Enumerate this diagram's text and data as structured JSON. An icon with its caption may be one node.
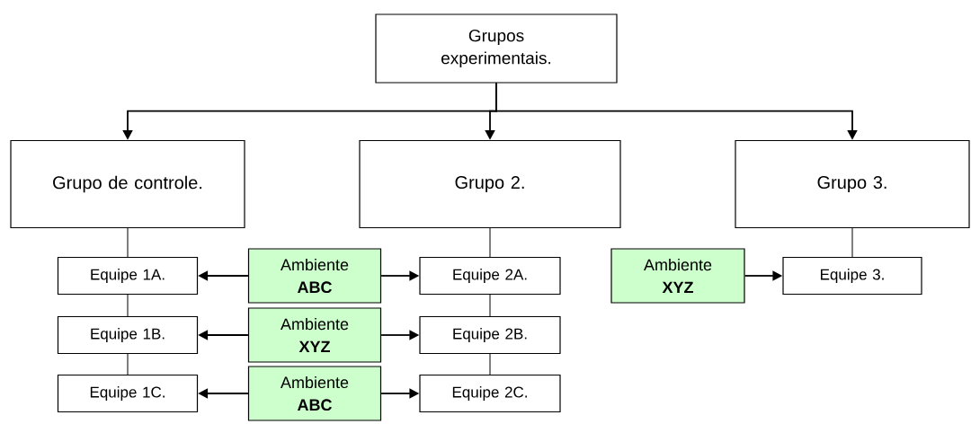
{
  "diagram": {
    "nodes": [
      {
        "text": [
          "Grupos experimentais."
        ]
      },
      {
        "text": [
          "Grupo de controle."
        ]
      },
      {
        "text": [
          "Grupo 2."
        ]
      },
      {
        "text": [
          "Grupo 3."
        ]
      },
      {
        "text": [
          "Equipe 1A."
        ]
      },
      {
        "text": [
          "Ambiente **ABC**"
        ]
      },
      {
        "text": [
          "Equipe 2A."
        ]
      },
      {
        "text": [
          "Ambiente **XYZ**"
        ]
      },
      {
        "text": [
          "Equipe 3."
        ]
      },
      {
        "text": [
          "Equipe 1B."
        ]
      },
      {
        "text": [
          "Ambiente **XYZ**"
        ]
      },
      {
        "text": [
          "Equipe 2B."
        ]
      },
      {
        "text": [
          "Equipe 1C."
        ]
      },
      {
        "text": [
          "Ambiente **ABC**"
        ]
      },
      {
        "text": [
          "Equipe 2C."
        ]
      }
    ],
    "edges": [
      {
        "from": 0,
        "to": 1,
        "arrow": "to"
      },
      {
        "from": 0,
        "to": 2,
        "arrow": "to"
      },
      {
        "from": 0,
        "to": 3,
        "arrow": "to"
      },
      {
        "from": 1,
        "to": 4,
        "arrow": "none"
      },
      {
        "from": 4,
        "to": 9,
        "arrow": "none"
      },
      {
        "from": 9,
        "to": 12,
        "arrow": "none"
      },
      {
        "from": 2,
        "to": 6,
        "arrow": "none"
      },
      {
        "from": 6,
        "to": 11,
        "arrow": "none"
      },
      {
        "from": 11,
        "to": 14,
        "arrow": "none"
      },
      {
        "from": 3,
        "to": 8,
        "arrow": "none"
      },
      {
        "from": 5,
        "to": 4,
        "arrow": "to"
      },
      {
        "from": 5,
        "to": 6,
        "arrow": "to"
      },
      {
        "from": 7,
        "to": 8,
        "arrow": "to"
      },
      {
        "from": 10,
        "to": 9,
        "arrow": "to"
      },
      {
        "from": 10,
        "to": 11,
        "arrow": "to"
      },
      {
        "from": 13,
        "to": 12,
        "arrow": "to"
      },
      {
        "from": 13,
        "to": 14,
        "arrow": "to"
      }
    ]
  }
}
